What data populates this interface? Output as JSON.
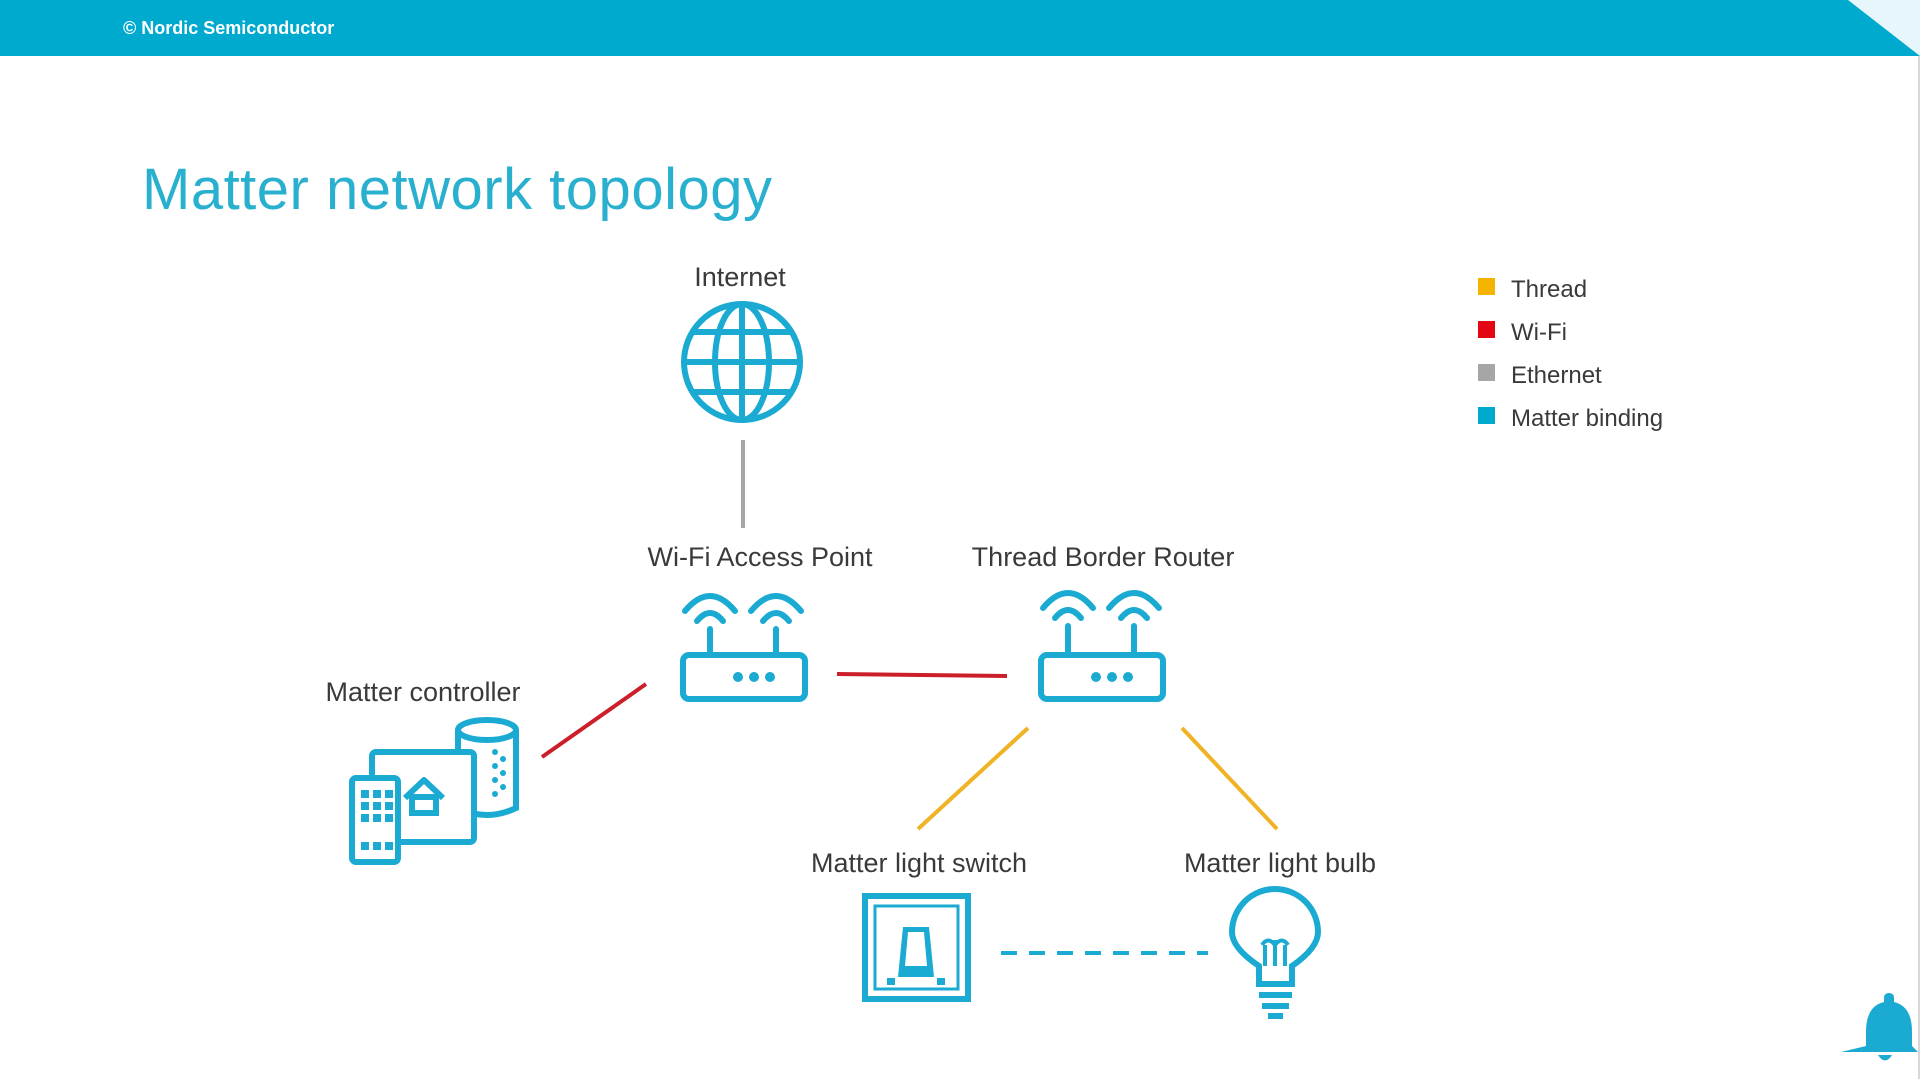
{
  "header": {
    "copyright": "© Nordic Semiconductor"
  },
  "slide": {
    "title": "Matter network topology"
  },
  "nodes": {
    "internet": "Internet",
    "wifi_ap": "Wi-Fi Access Point",
    "thread_br": "Thread Border Router",
    "controller": "Matter controller",
    "light_switch": "Matter light switch",
    "light_bulb": "Matter light bulb"
  },
  "legend": [
    {
      "label": "Thread",
      "color": "#F5B400"
    },
    {
      "label": "Wi-Fi",
      "color": "#E30613"
    },
    {
      "label": "Ethernet",
      "color": "#A6A6A6"
    },
    {
      "label": "Matter binding",
      "color": "#00A9CE"
    }
  ],
  "colors": {
    "accent": "#00A9CE",
    "title": "#2AB0CF",
    "icon": "#1BAAD2"
  },
  "icons": [
    "globe-icon",
    "router-icon",
    "controller-devices-icon",
    "light-switch-icon",
    "light-bulb-icon",
    "bell-icon"
  ]
}
